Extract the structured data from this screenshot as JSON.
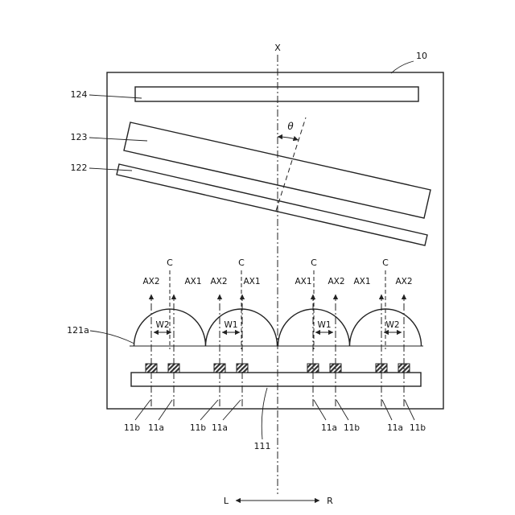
{
  "labels": {
    "x_axis": "X",
    "theta": "θ",
    "ref10": "10",
    "ref124": "124",
    "ref123": "123",
    "ref122": "122",
    "ref121a": "121a",
    "ref111": "111",
    "lens_center": "C",
    "ax1": "AX1",
    "ax2": "AX2",
    "w1": "W1",
    "w2": "W2",
    "electrode_a": "11a",
    "electrode_b": "11b",
    "dir_left": "L",
    "dir_right": "R"
  },
  "colors": {
    "line": "#222222",
    "background": "#ffffff"
  }
}
